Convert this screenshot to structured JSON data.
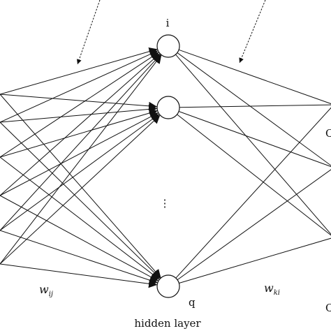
{
  "diagram": {
    "hidden_node_top_label": "i",
    "hidden_node_bottom_label": "q",
    "input_weight": {
      "base": "w",
      "subscript": "ij"
    },
    "output_weight": {
      "base": "w",
      "subscript": "ki"
    },
    "hidden_layer_label": "hidden layer",
    "ellipsis": "⋮",
    "right_edge_label_top": "C",
    "right_edge_label_bottom": "C"
  },
  "colors": {
    "stroke": "#111111",
    "background": "#ffffff"
  }
}
